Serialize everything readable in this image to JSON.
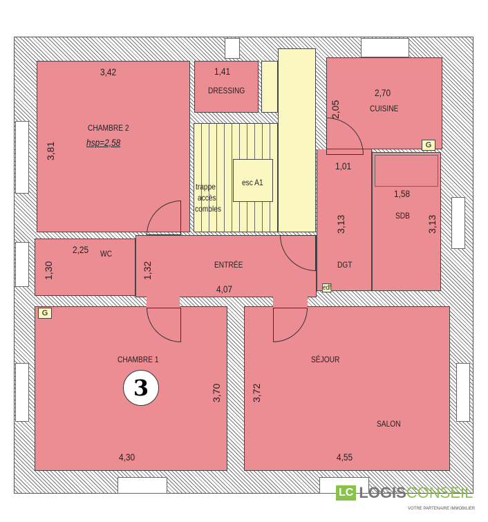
{
  "rooms": {
    "chambre2": {
      "name": "CHAMBRE 2",
      "hsp": "hsp=2,58",
      "width": "3,42",
      "height": "3,81"
    },
    "dressing": {
      "name": "DRESSING",
      "width": "1,41"
    },
    "stairs": {
      "name": "esc A1",
      "trap": [
        "trappe",
        "accès",
        "combles"
      ]
    },
    "cuisine": {
      "name": "CUISINE",
      "width": "2,70",
      "height": "2,05"
    },
    "dgt": {
      "name": "DGT",
      "width": "1,01",
      "height": "3,13"
    },
    "sdb": {
      "name": "SDB",
      "width": "1,58",
      "height": "3,13"
    },
    "wc": {
      "name": "WC",
      "width": "2,25",
      "height": "1,30"
    },
    "entree": {
      "name": "ENTRÉE",
      "width": "4,07",
      "height": "1,32",
      "edf": "edf"
    },
    "chambre1": {
      "name": "CHAMBRE 1",
      "width": "4,30",
      "height": "3,70"
    },
    "sejour": {
      "name": "SÉJOUR",
      "salon": "SALON",
      "width": "4,55",
      "height": "3,72"
    }
  },
  "markers": {
    "gas": "G",
    "plan_number": "3"
  },
  "logo": {
    "lc": "LC",
    "logis": "LOGIS",
    "conseil": "CONSEIL",
    "tagline": "VOTRE PARTENAIRE IMMOBILIER"
  }
}
